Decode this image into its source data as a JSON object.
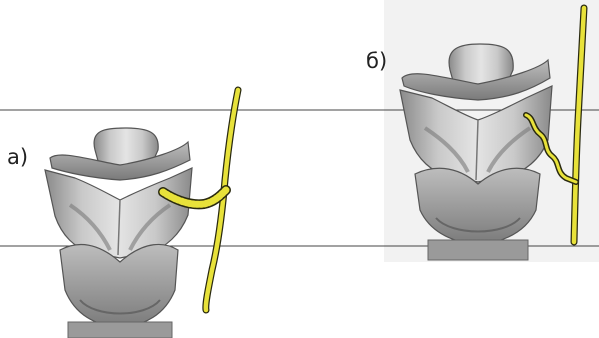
{
  "figure": {
    "panels": [
      {
        "id": "a",
        "label": "а)"
      },
      {
        "id": "b",
        "label": "б)"
      }
    ],
    "colors": {
      "nerve": "#e8e23a",
      "nerve_outline": "#2a2a10",
      "cartilage_light": "#d9d9d9",
      "cartilage_mid": "#a9a9a9",
      "cartilage_dark": "#6e6e6e",
      "lines": "#444444"
    }
  }
}
